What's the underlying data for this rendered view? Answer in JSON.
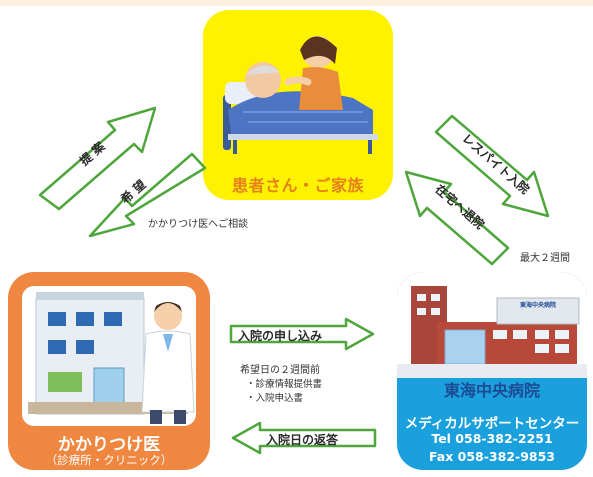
{
  "colors": {
    "patient_bg": "#fff200",
    "doctor_bg": "#ef8741",
    "hospital_bg": "#1aa0dc",
    "arrow_stroke": "#4ea63c",
    "hospital_name": "#1d4b96",
    "patient_label": "#e5801a"
  },
  "patient": {
    "label": "患者さん・ご家族"
  },
  "doctor": {
    "title": "かかりつけ医",
    "subtitle": "（診療所・クリニック）"
  },
  "hospital": {
    "sign": "東海中央病院",
    "name": "東海中央病院",
    "center": "メディカルサポートセンター",
    "tel": "Tel 058-382-2251",
    "fax": "Fax 058-382-9853"
  },
  "arrows": {
    "propose": "提 案",
    "hope": "希 望",
    "respite": "レスパイト入院",
    "return_home": "在宅へ退院",
    "apply": "入院の申し込み",
    "reply": "入院日の返答"
  },
  "notes": {
    "consult": "かかりつけ医へご相談",
    "max_two_weeks": "最大２週間",
    "two_weeks_before": "希望日の２週間前",
    "doc1": "・診療情報提供書",
    "doc2": "・入院申込書"
  }
}
